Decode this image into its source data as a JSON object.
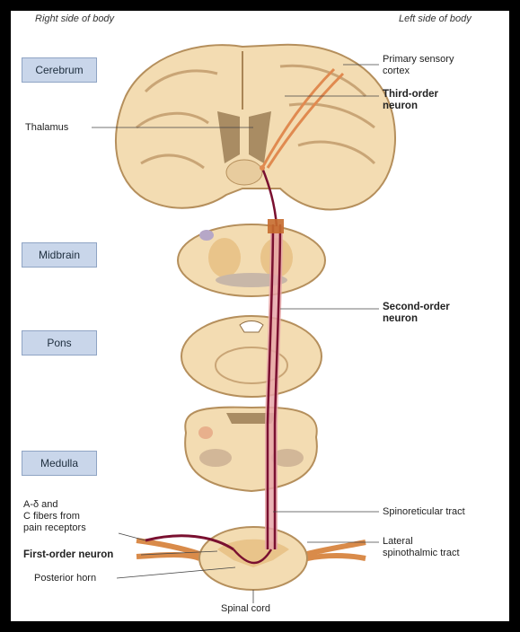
{
  "header": {
    "right_side": "Right side of body",
    "left_side": "Left side of body"
  },
  "levels": {
    "cerebrum": "Cerebrum",
    "midbrain": "Midbrain",
    "pons": "Pons",
    "medulla": "Medulla"
  },
  "labels": {
    "primary_sensory_line1": "Primary sensory",
    "primary_sensory_line2": "cortex",
    "third_order_line1": "Third-order",
    "third_order_line2": "neuron",
    "thalamus": "Thalamus",
    "second_order_line1": "Second-order",
    "second_order_line2": "neuron",
    "fibers_line1": "A-δ and",
    "fibers_line2": "C fibers from",
    "fibers_line3": "pain receptors",
    "first_order": "First-order neuron",
    "posterior_horn": "Posterior horn",
    "spinoreticular": "Spinoreticular tract",
    "lateral_line1": "Lateral",
    "lateral_line2": "spinothalmic tract",
    "spinal_cord": "Spinal cord"
  },
  "colors": {
    "tissue": "#f3dcb2",
    "tissue_edge": "#b58f5c",
    "gray_matter": "#d9bf93",
    "neuron": "#7a1030",
    "neuron2": "#e6a6a8",
    "label_box": "#c9d6ea",
    "nerve": "#d98b4a"
  }
}
